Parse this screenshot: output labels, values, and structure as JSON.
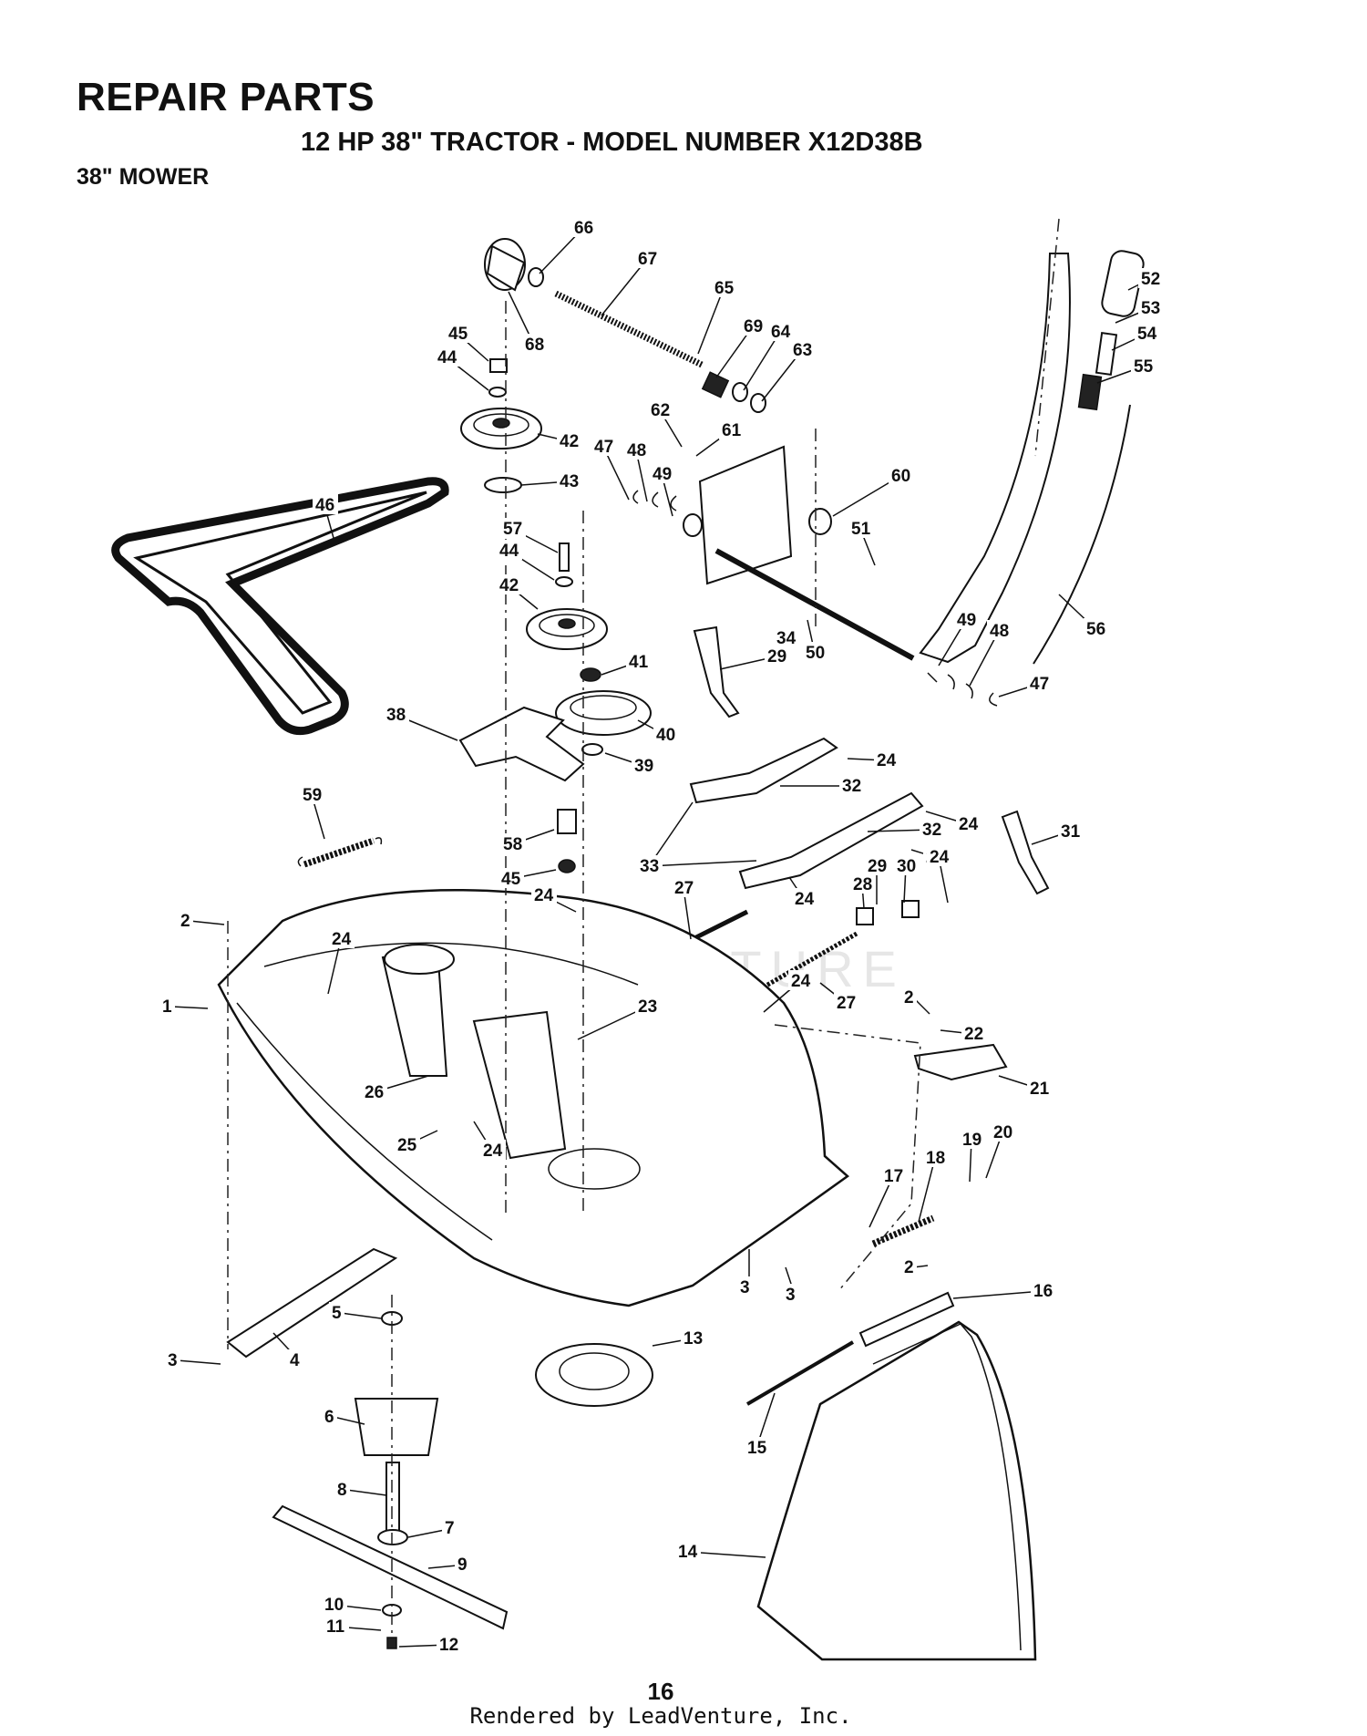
{
  "header": {
    "title": "REPAIR PARTS",
    "subtitle": "12 HP 38\" TRACTOR - MODEL NUMBER X12D38B",
    "section": "38\" MOWER"
  },
  "watermark": "LEADVENTURE",
  "footer": {
    "page_number": "16",
    "rendered_by": "Rendered by LeadVenture, Inc."
  },
  "callouts": [
    "1",
    "2",
    "3",
    "4",
    "5",
    "6",
    "7",
    "8",
    "9",
    "10",
    "11",
    "12",
    "13",
    "14",
    "15",
    "16",
    "17",
    "18",
    "19",
    "20",
    "21",
    "22",
    "23",
    "24",
    "25",
    "26",
    "27",
    "28",
    "29",
    "30",
    "31",
    "32",
    "33",
    "34",
    "38",
    "39",
    "40",
    "41",
    "42",
    "43",
    "44",
    "45",
    "46",
    "47",
    "48",
    "49",
    "50",
    "51",
    "52",
    "53",
    "54",
    "55",
    "56",
    "57",
    "58",
    "59",
    "60",
    "61",
    "62",
    "63",
    "64",
    "65",
    "66",
    "67",
    "68",
    "69"
  ]
}
